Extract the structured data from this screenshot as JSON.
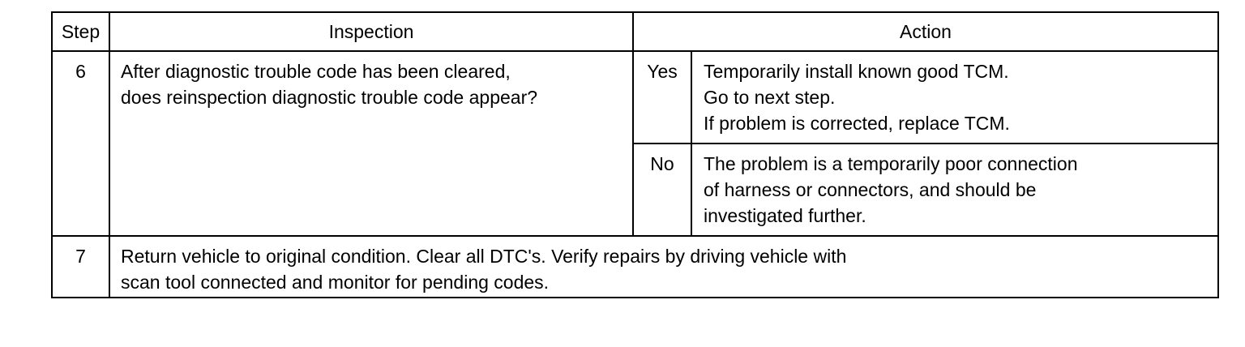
{
  "table": {
    "headers": {
      "step": "Step",
      "inspection": "Inspection",
      "action": "Action"
    },
    "rows": [
      {
        "step": "6",
        "inspection": [
          "After diagnostic trouble code has been cleared,",
          "does reinspection diagnostic trouble code appear?"
        ],
        "yes_label": "Yes",
        "yes_action": [
          "Temporarily install known good TCM.",
          "Go to next step.",
          "If problem is corrected, replace TCM."
        ],
        "no_label": "No",
        "no_action": [
          "The problem is a temporarily poor connection",
          "of harness or connectors, and should be",
          "investigated further."
        ]
      },
      {
        "step": "7",
        "instruction": [
          "Return vehicle to original condition.  Clear all DTC's.  Verify repairs by driving vehicle with",
          "scan tool connected and monitor for pending codes."
        ]
      }
    ]
  }
}
